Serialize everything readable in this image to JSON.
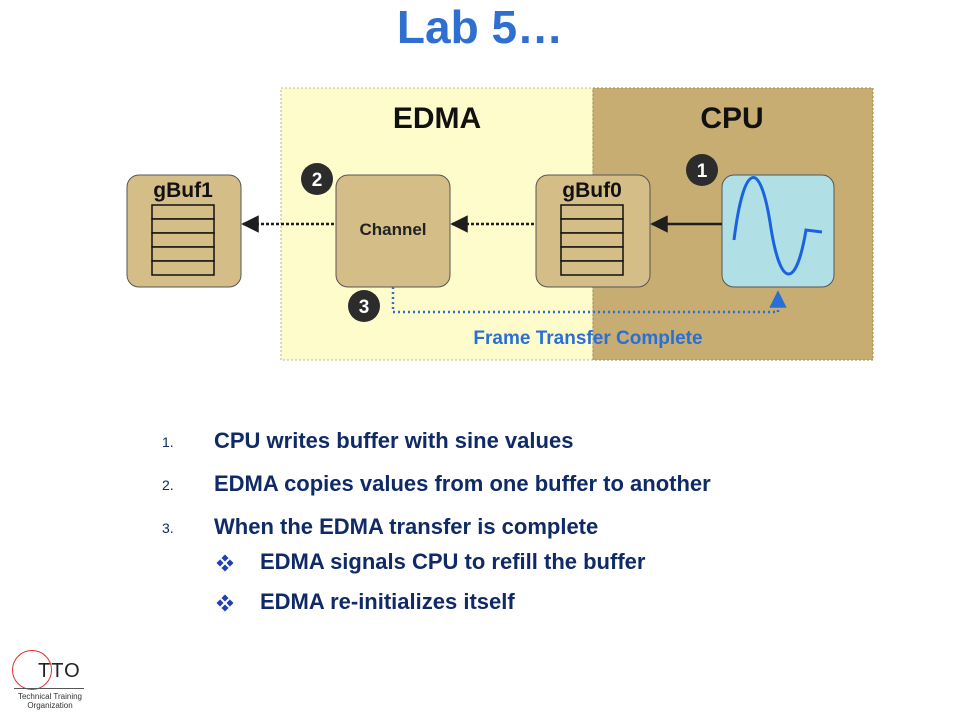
{
  "title": "Lab 5…",
  "diagram": {
    "regions": {
      "edma": "EDMA",
      "cpu": "CPU"
    },
    "buffers": {
      "gbuf1": "gBuf1",
      "gbuf0": "gBuf0"
    },
    "channel": "Channel",
    "steps": [
      "1",
      "2",
      "3"
    ],
    "completion_label": "Frame Transfer Complete"
  },
  "steps_list": [
    {
      "num": "1.",
      "text": "CPU writes buffer with sine values"
    },
    {
      "num": "2.",
      "text": "EDMA copies values from one buffer to another"
    },
    {
      "num": "3.",
      "text": "When the EDMA transfer is complete"
    }
  ],
  "sub_bullets": [
    "EDMA signals CPU to refill the buffer",
    "EDMA re-initializes itself"
  ],
  "logo": {
    "mark": "TTO",
    "caption_line1": "Technical Training",
    "caption_line2": "Organization"
  },
  "colors": {
    "title": "#2f6fcf",
    "edma_region": "#fffccc",
    "cpu_region": "#c8ad72",
    "box": "#d5bd87",
    "sine_box": "#b0dfe6",
    "sine_wave": "#1a63e0",
    "badge": "#2c2c2c",
    "completion": "#2a6fd6"
  }
}
